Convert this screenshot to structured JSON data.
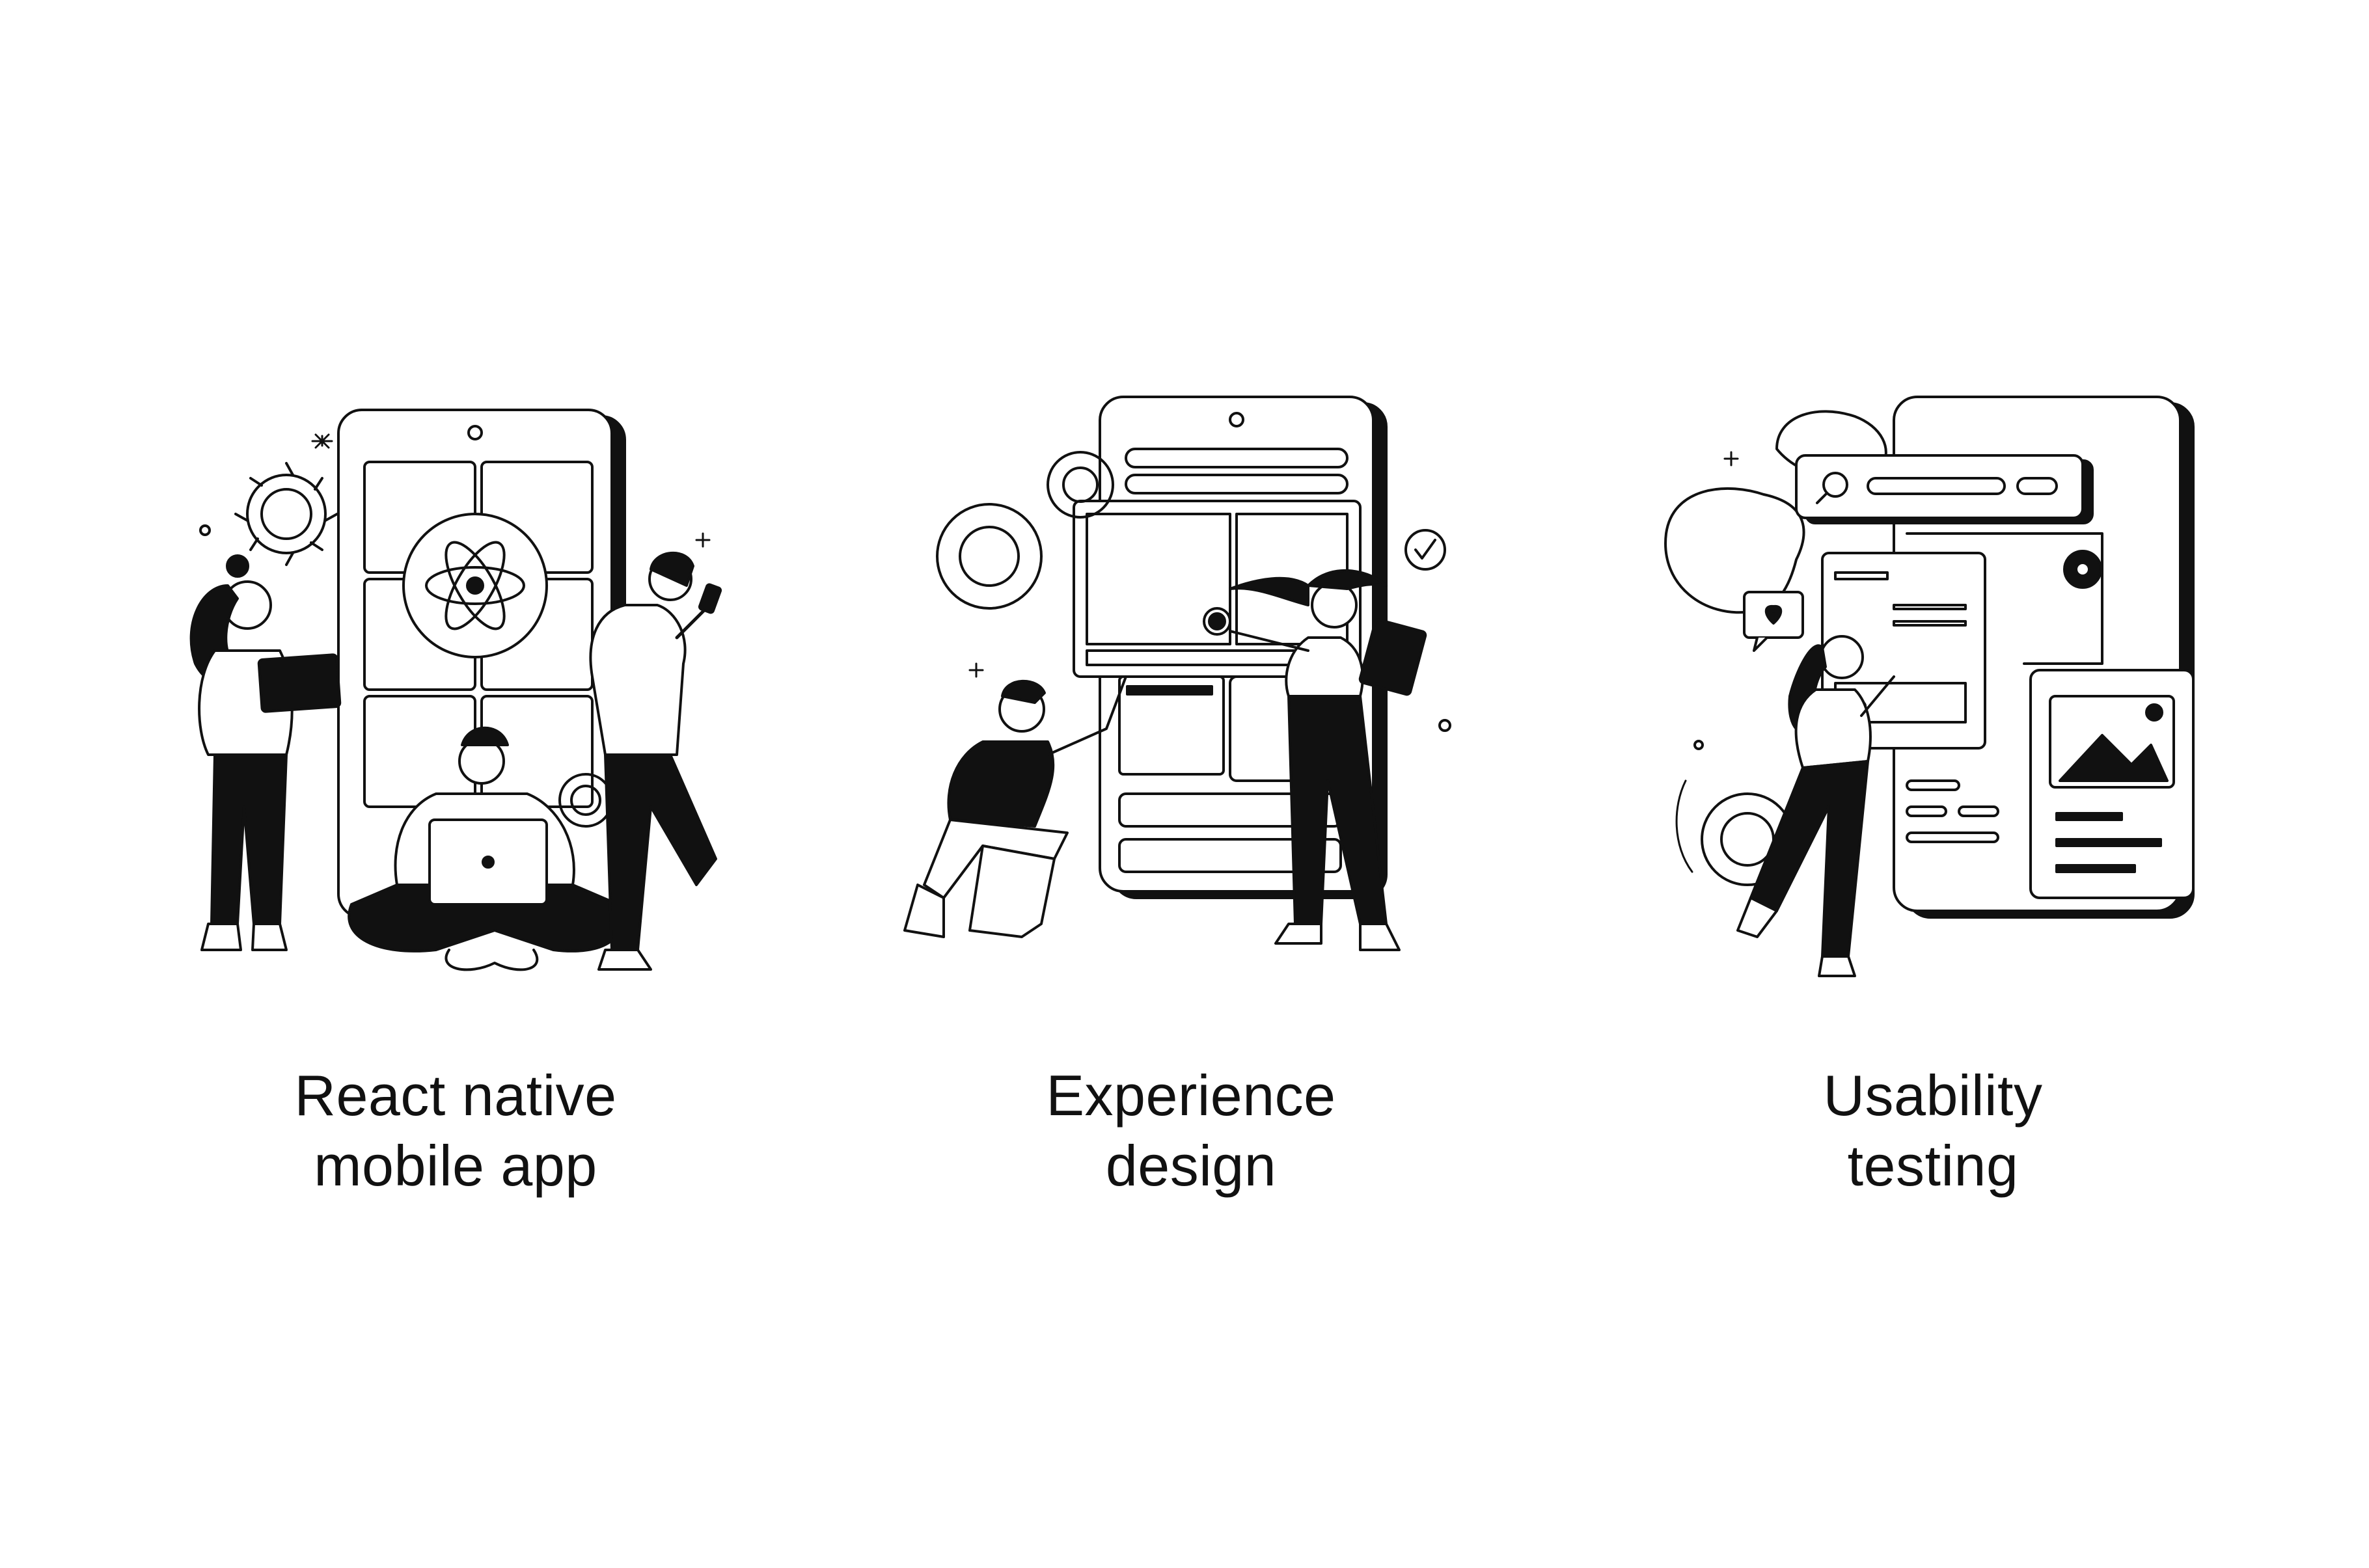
{
  "panels": [
    {
      "id": "react-native",
      "caption_line1": "React native",
      "caption_line2": "mobile app",
      "icon": "react-atom-icon"
    },
    {
      "id": "experience-design",
      "caption_line1": "Experience",
      "caption_line2": "design",
      "icon": "checkmark-icon"
    },
    {
      "id": "usability-testing",
      "caption_line1": "Usability",
      "caption_line2": "testing",
      "icon": "search-icon"
    }
  ],
  "colors": {
    "ink": "#111111",
    "paper": "#ffffff"
  }
}
